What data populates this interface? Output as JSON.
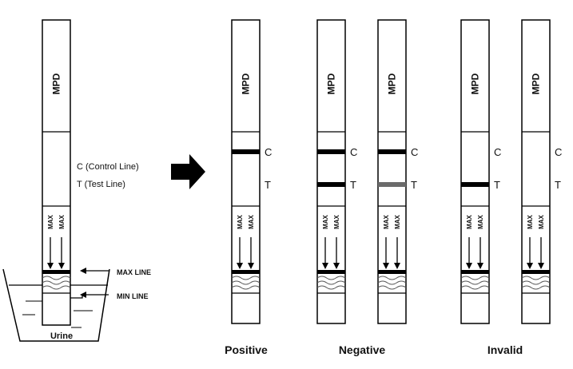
{
  "strip_label": "MPD",
  "max_marker": "MAX",
  "legend": {
    "control": "C (Control Line)",
    "test": "T (Test Line)"
  },
  "cup": {
    "max_line": "MAX LINE",
    "min_line": "MIN LINE",
    "liquid": "Urine"
  },
  "band_letters": {
    "c": "C",
    "t": "T"
  },
  "colors": {
    "ink": "#000000",
    "faint_band": "#6b6b6b",
    "background": "#ffffff"
  },
  "groups": [
    {
      "name": "Positive",
      "strips": [
        {
          "c": "strong",
          "t": "none"
        }
      ]
    },
    {
      "name": "Negative",
      "strips": [
        {
          "c": "strong",
          "t": "strong"
        },
        {
          "c": "strong",
          "t": "faint"
        }
      ]
    },
    {
      "name": "Invalid",
      "strips": [
        {
          "c": "none",
          "t": "strong"
        },
        {
          "c": "none",
          "t": "none"
        }
      ]
    }
  ]
}
